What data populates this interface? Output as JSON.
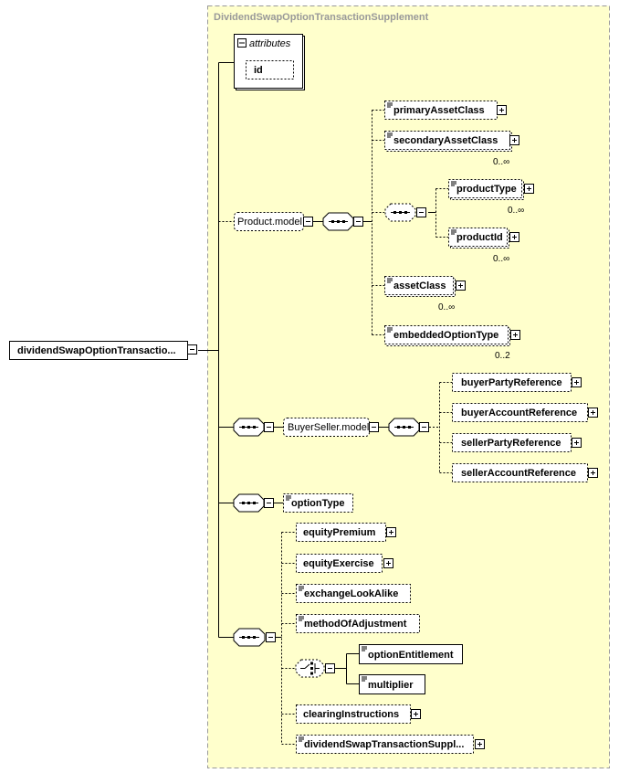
{
  "supplement": {
    "title": "DividendSwapOptionTransactionSupplement"
  },
  "root": {
    "label": "dividendSwapOptionTransactio..."
  },
  "attributes": {
    "label": "attributes",
    "id": "id"
  },
  "product_model": {
    "label": "Product.model",
    "primary": "primaryAssetClass",
    "secondary": "secondaryAssetClass",
    "secondary_card": "0..∞",
    "productType": "productType",
    "productType_card": "0..∞",
    "productId": "productId",
    "productId_card": "0..∞",
    "assetClass": "assetClass",
    "assetClass_card": "0..∞",
    "embedded": "embeddedOptionType",
    "embedded_card": "0..2"
  },
  "buyer_seller": {
    "label": "BuyerSeller.model",
    "buyerParty": "buyerPartyReference",
    "buyerAccount": "buyerAccountReference",
    "sellerParty": "sellerPartyReference",
    "sellerAccount": "sellerAccountReference"
  },
  "option_type": {
    "label": "optionType"
  },
  "seq": {
    "equityPremium": "equityPremium",
    "equityExercise": "equityExercise",
    "exchangeLookAlike": "exchangeLookAlike",
    "methodOfAdjustment": "methodOfAdjustment",
    "optionEntitlement": "optionEntitlement",
    "multiplier": "multiplier",
    "clearingInstructions": "clearingInstructions",
    "dividendSupplement": "dividendSwapTransactionSuppl..."
  },
  "colors": {
    "panel": "#ffffcc",
    "panel_border": "#999999",
    "line": "#000000"
  }
}
